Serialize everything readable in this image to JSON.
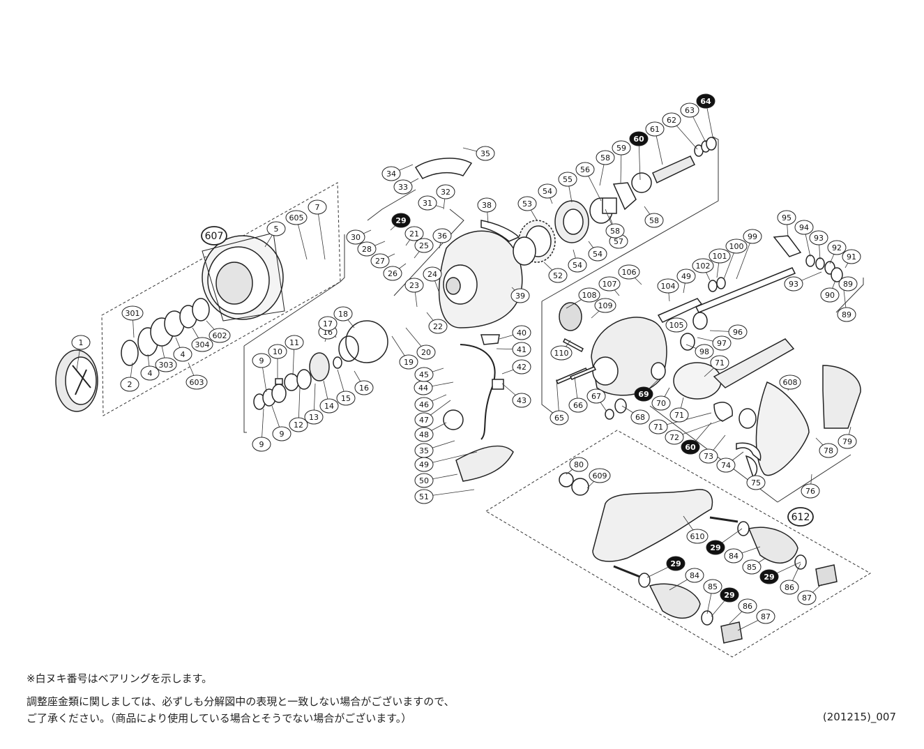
{
  "notes": {
    "bearing": "※白ヌキ番号はベアリングを示します。",
    "adjust_line1": "調整座金類に関しましては、必ずしも分解図中の表現と一致しない場合がございますので、",
    "adjust_line2": "ご了承ください。（商品により使用している場合とそうでない場合がございます。）",
    "code": "(201215)_007"
  },
  "assemblies": [
    "607",
    "612"
  ],
  "parts": [
    {
      "n": "1"
    },
    {
      "n": "2"
    },
    {
      "n": "301"
    },
    {
      "n": "4"
    },
    {
      "n": "4"
    },
    {
      "n": "303"
    },
    {
      "n": "304"
    },
    {
      "n": "602"
    },
    {
      "n": "603"
    },
    {
      "n": "5"
    },
    {
      "n": "605"
    },
    {
      "n": "7"
    },
    {
      "n": "9"
    },
    {
      "n": "9"
    },
    {
      "n": "9"
    },
    {
      "n": "10"
    },
    {
      "n": "11"
    },
    {
      "n": "12"
    },
    {
      "n": "13"
    },
    {
      "n": "14"
    },
    {
      "n": "15"
    },
    {
      "n": "16"
    },
    {
      "n": "16"
    },
    {
      "n": "17"
    },
    {
      "n": "18"
    },
    {
      "n": "19"
    },
    {
      "n": "20"
    },
    {
      "n": "21"
    },
    {
      "n": "22"
    },
    {
      "n": "23"
    },
    {
      "n": "24"
    },
    {
      "n": "25"
    },
    {
      "n": "26"
    },
    {
      "n": "27"
    },
    {
      "n": "28"
    },
    {
      "n": "29",
      "b": true
    },
    {
      "n": "30"
    },
    {
      "n": "31"
    },
    {
      "n": "32"
    },
    {
      "n": "33"
    },
    {
      "n": "34"
    },
    {
      "n": "35"
    },
    {
      "n": "36"
    },
    {
      "n": "38"
    },
    {
      "n": "39"
    },
    {
      "n": "40"
    },
    {
      "n": "41"
    },
    {
      "n": "42"
    },
    {
      "n": "43"
    },
    {
      "n": "44"
    },
    {
      "n": "45"
    },
    {
      "n": "46"
    },
    {
      "n": "47"
    },
    {
      "n": "48"
    },
    {
      "n": "35"
    },
    {
      "n": "49"
    },
    {
      "n": "50"
    },
    {
      "n": "51"
    },
    {
      "n": "52"
    },
    {
      "n": "53"
    },
    {
      "n": "54"
    },
    {
      "n": "54"
    },
    {
      "n": "54"
    },
    {
      "n": "55"
    },
    {
      "n": "56"
    },
    {
      "n": "57"
    },
    {
      "n": "58"
    },
    {
      "n": "58"
    },
    {
      "n": "58"
    },
    {
      "n": "59"
    },
    {
      "n": "60",
      "b": true
    },
    {
      "n": "61"
    },
    {
      "n": "62"
    },
    {
      "n": "63"
    },
    {
      "n": "64",
      "b": true
    },
    {
      "n": "65"
    },
    {
      "n": "66"
    },
    {
      "n": "67"
    },
    {
      "n": "68"
    },
    {
      "n": "69",
      "b": true
    },
    {
      "n": "70"
    },
    {
      "n": "71"
    },
    {
      "n": "71"
    },
    {
      "n": "71"
    },
    {
      "n": "72"
    },
    {
      "n": "73"
    },
    {
      "n": "74"
    },
    {
      "n": "75"
    },
    {
      "n": "76"
    },
    {
      "n": "78"
    },
    {
      "n": "79"
    },
    {
      "n": "80"
    },
    {
      "n": "84"
    },
    {
      "n": "84"
    },
    {
      "n": "85"
    },
    {
      "n": "85"
    },
    {
      "n": "86"
    },
    {
      "n": "86"
    },
    {
      "n": "87"
    },
    {
      "n": "87"
    },
    {
      "n": "89"
    },
    {
      "n": "89"
    },
    {
      "n": "90"
    },
    {
      "n": "91"
    },
    {
      "n": "92"
    },
    {
      "n": "93"
    },
    {
      "n": "93"
    },
    {
      "n": "94"
    },
    {
      "n": "95"
    },
    {
      "n": "96"
    },
    {
      "n": "97"
    },
    {
      "n": "98"
    },
    {
      "n": "99"
    },
    {
      "n": "100"
    },
    {
      "n": "101"
    },
    {
      "n": "102"
    },
    {
      "n": "104"
    },
    {
      "n": "105"
    },
    {
      "n": "106"
    },
    {
      "n": "107"
    },
    {
      "n": "108"
    },
    {
      "n": "109"
    },
    {
      "n": "110"
    },
    {
      "n": "49"
    },
    {
      "n": "60",
      "b": true
    },
    {
      "n": "29",
      "b": true
    },
    {
      "n": "29",
      "b": true
    },
    {
      "n": "29",
      "b": true
    },
    {
      "n": "29",
      "b": true
    },
    {
      "n": "608"
    },
    {
      "n": "609"
    },
    {
      "n": "610"
    }
  ]
}
